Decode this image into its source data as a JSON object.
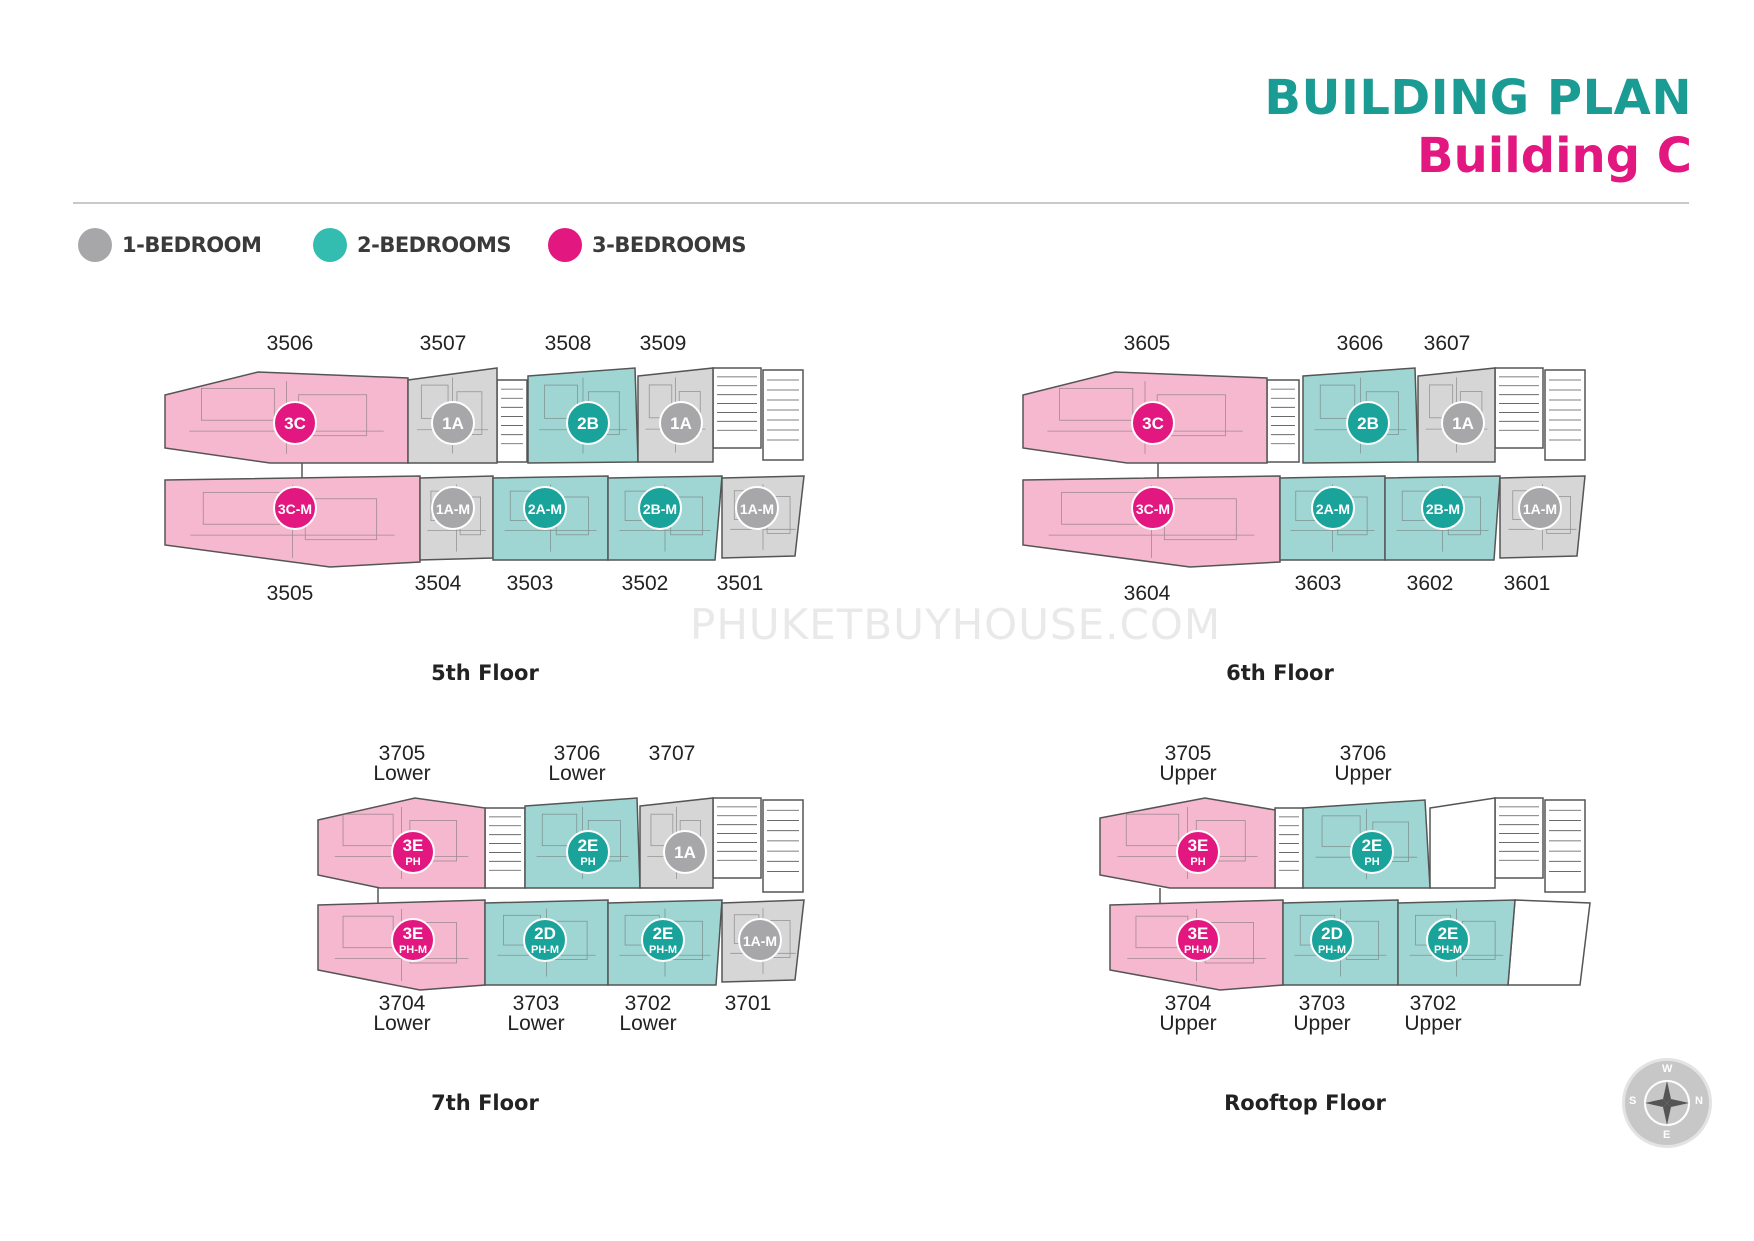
{
  "header": {
    "title": "BUILDING PLAN",
    "subtitle": "Building C"
  },
  "legend": [
    {
      "label": "1-BEDROOM",
      "color": "#a7a7aa"
    },
    {
      "label": "2-BEDROOMS",
      "color": "#33bdb0"
    },
    {
      "label": "3-BEDROOMS",
      "color": "#e2177f"
    }
  ],
  "colors": {
    "pink_fill": "#f5b8cf",
    "teal_fill": "#9fd6d3",
    "grey_fill": "#d6d6d6",
    "pink_badge": "#e2177f",
    "teal_badge": "#1aa39b",
    "grey_badge": "#a7a7aa"
  },
  "watermark": "PHUKETBUYHOUSE.COM",
  "floors": [
    {
      "name": "5th Floor",
      "top_labels": [
        "3506",
        "3507",
        "3508",
        "3509"
      ],
      "bottom_labels": [
        "3505",
        "3504",
        "3503",
        "3502",
        "3501"
      ],
      "top_badges": [
        [
          "3C",
          ""
        ],
        [
          "1A",
          ""
        ],
        [
          "2B",
          ""
        ],
        [
          "1A",
          ""
        ]
      ],
      "bottom_badges": [
        [
          "3C-M",
          ""
        ],
        [
          "1A-M",
          ""
        ],
        [
          "2A-M",
          ""
        ],
        [
          "2B-M",
          ""
        ],
        [
          "1A-M",
          ""
        ]
      ]
    },
    {
      "name": "6th Floor",
      "top_labels": [
        "3605",
        "3606",
        "3607"
      ],
      "bottom_labels": [
        "3604",
        "3603",
        "3602",
        "3601"
      ],
      "top_badges": [
        [
          "3C",
          ""
        ],
        [
          "2B",
          ""
        ],
        [
          "1A",
          ""
        ]
      ],
      "bottom_badges": [
        [
          "3C-M",
          ""
        ],
        [
          "2A-M",
          ""
        ],
        [
          "2B-M",
          ""
        ],
        [
          "1A-M",
          ""
        ]
      ]
    },
    {
      "name": "7th Floor",
      "top_labels": [
        [
          "3705",
          "Lower"
        ],
        [
          "3706",
          "Lower"
        ],
        [
          "3707",
          ""
        ]
      ],
      "bottom_labels": [
        [
          "3704",
          "Lower"
        ],
        [
          "3703",
          "Lower"
        ],
        [
          "3702",
          "Lower"
        ],
        [
          "3701",
          ""
        ]
      ],
      "top_badges": [
        [
          "3E",
          "PH"
        ],
        [
          "2E",
          "PH"
        ],
        [
          "1A",
          ""
        ]
      ],
      "bottom_badges": [
        [
          "3E",
          "PH-M"
        ],
        [
          "2D",
          "PH-M"
        ],
        [
          "2E",
          "PH-M"
        ],
        [
          "1A-M",
          ""
        ]
      ]
    },
    {
      "name": "Rooftop Floor",
      "top_labels": [
        [
          "3705",
          "Upper"
        ],
        [
          "3706",
          "Upper"
        ]
      ],
      "bottom_labels": [
        [
          "3704",
          "Upper"
        ],
        [
          "3703",
          "Upper"
        ],
        [
          "3702",
          "Upper"
        ]
      ],
      "top_badges": [
        [
          "3E",
          "PH"
        ],
        [
          "2E",
          "PH"
        ]
      ],
      "bottom_badges": [
        [
          "3E",
          "PH-M"
        ],
        [
          "2D",
          "PH-M"
        ],
        [
          "2E",
          "PH-M"
        ]
      ]
    }
  ],
  "compass": {
    "w": "W",
    "s": "S",
    "n": "N",
    "e": "E"
  }
}
